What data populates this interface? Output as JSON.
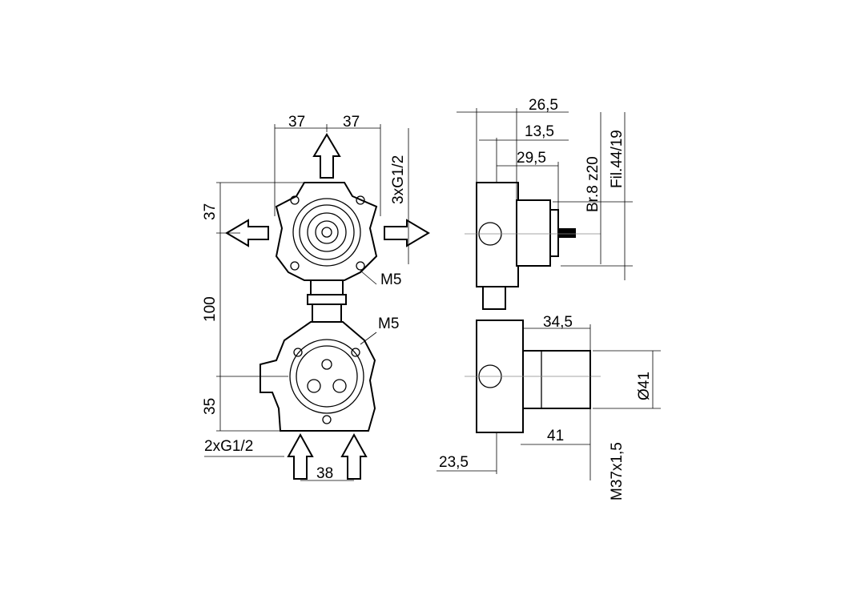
{
  "front_view": {
    "dims": {
      "top_left": "37",
      "top_right": "37",
      "side_top": "37",
      "side_mid": "100",
      "side_bottom": "35",
      "bottom": "38"
    },
    "threads": {
      "outlets": "3xG1/2",
      "inlets": "2xG1/2"
    },
    "screws": {
      "upper": "M5",
      "lower": "M5"
    }
  },
  "side_view": {
    "dims": {
      "d265": "26,5",
      "d135": "13,5",
      "d295": "29,5",
      "d345": "34,5",
      "d41": "41",
      "d235": "23,5",
      "diameter": "Ø41"
    },
    "labels": {
      "spline": "Br.8 z20",
      "thread_fil": "Fil.44/19",
      "thread_m": "M37x1,5"
    }
  }
}
